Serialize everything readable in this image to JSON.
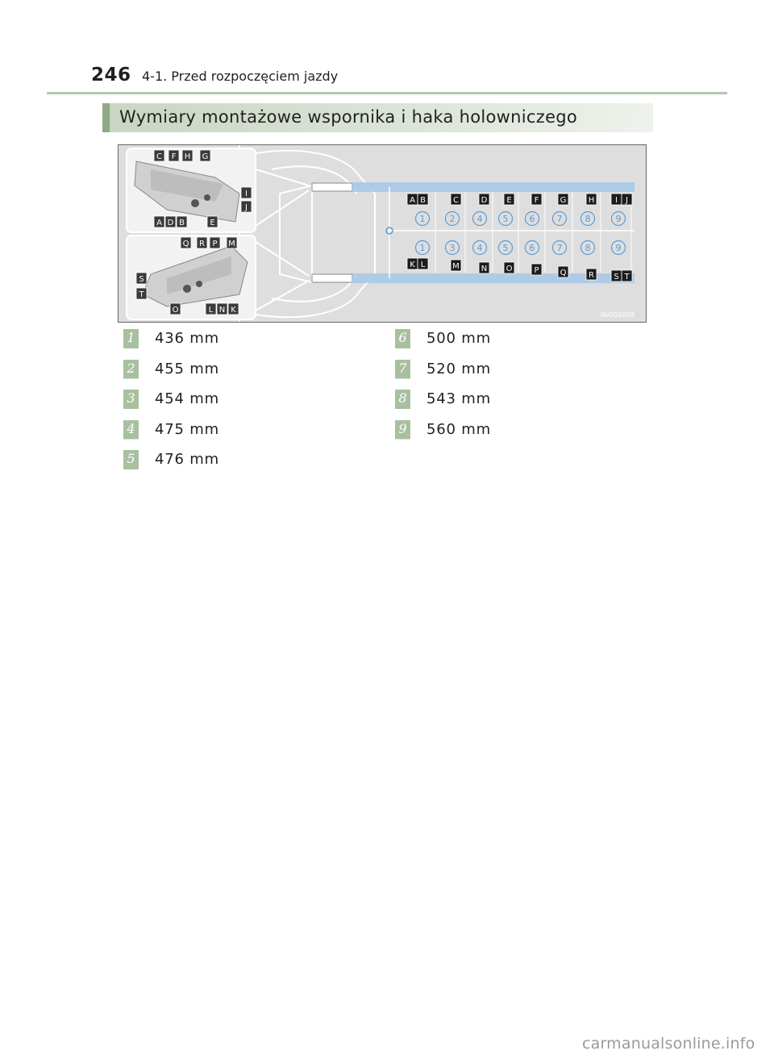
{
  "header": {
    "page_number": "246",
    "running_head": "4-1. Przed rozpoczęciem jazdy"
  },
  "section": {
    "title": "Wymiary montażowe wspornika i haka holowniczego"
  },
  "figure": {
    "code": "IN4IGS008",
    "upper_detail_labels": [
      "C",
      "F",
      "H",
      "G",
      "I",
      "J",
      "A",
      "D",
      "B",
      "E"
    ],
    "lower_detail_labels": [
      "Q",
      "R",
      "P",
      "M",
      "S",
      "T",
      "O",
      "L",
      "N",
      "K"
    ],
    "upper_row_letters": [
      "A",
      "B",
      "C",
      "D",
      "E",
      "F",
      "G",
      "H",
      "I",
      "J"
    ],
    "upper_row_numbers": [
      "1",
      "2",
      "4",
      "5",
      "6",
      "7",
      "8",
      "9"
    ],
    "lower_row_numbers": [
      "1",
      "3",
      "4",
      "5",
      "6",
      "7",
      "8",
      "9"
    ],
    "lower_row_letters": [
      "K",
      "L",
      "M",
      "N",
      "O",
      "P",
      "Q",
      "R",
      "S",
      "T"
    ]
  },
  "specs": [
    {
      "num": "1",
      "value": "436 mm"
    },
    {
      "num": "2",
      "value": "455 mm"
    },
    {
      "num": "3",
      "value": "454 mm"
    },
    {
      "num": "4",
      "value": "475 mm"
    },
    {
      "num": "5",
      "value": "476 mm"
    },
    {
      "num": "6",
      "value": "500 mm"
    },
    {
      "num": "7",
      "value": "520 mm"
    },
    {
      "num": "8",
      "value": "543 mm"
    },
    {
      "num": "9",
      "value": "560 mm"
    }
  ],
  "colors": {
    "accent_green": "#8faa86",
    "marker_green": "#a9c0a0",
    "header_rule": "#b5c7b0",
    "figure_bg": "#dcdcdc",
    "callout_blue": "#5b9bd5"
  },
  "watermark": "carmanualsonline.info"
}
